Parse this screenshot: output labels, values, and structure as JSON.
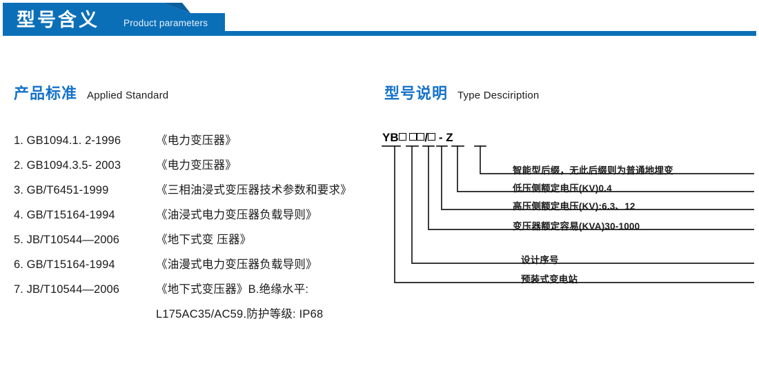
{
  "banner": {
    "title": "型号含义",
    "subtitle": "Product parameters",
    "color": "#0b6fb8",
    "color_dark": "#0a5f9e"
  },
  "sections": {
    "standard": {
      "heading_cn": "产品标准",
      "heading_en": "Applied Standard",
      "accent": "#1472c8",
      "items": [
        {
          "code": "1. GB1094.1. 2-1996",
          "name": "《电力变压器》"
        },
        {
          "code": "2. GB1094.3.5- 2003",
          "name": "《电力变压器》"
        },
        {
          "code": "3. GB/T6451-1999",
          "name": "《三相油浸式变压器技术参数和要求》"
        },
        {
          "code": "4. GB/T15164-1994",
          "name": "《油浸式电力变压器负载导则》"
        },
        {
          "code": "5. JB/T10544—2006",
          "name": "《地下式变 压器》"
        },
        {
          "code": "6. GB/T15164-1994",
          "name": "《油漫式电力变压器负载导则》"
        },
        {
          "code": "7. JB/T10544—2006",
          "name": "《地下式变压器》B.绝缘水平:"
        },
        {
          "code": "",
          "name": "L175AC35/AC59.防护等级: IP68"
        }
      ]
    },
    "type": {
      "heading_cn": "型号说明",
      "heading_en": "Type Desciription",
      "accent": "#1472c8",
      "code_prefix": "YB",
      "code_separator": "/",
      "code_dash": "-",
      "code_suffix": "Z",
      "labels": [
        {
          "text": "智能型后缀，无此后缀则为普通地埋变"
        },
        {
          "text": "低压侧额定电压(KV)0.4"
        },
        {
          "text": "高压侧额定电压(KV):6.3、12"
        },
        {
          "text": "变压器额定容易(KVA)30-1000"
        },
        {
          "text": "设计序号"
        },
        {
          "text": "预装式变电站"
        }
      ]
    }
  }
}
